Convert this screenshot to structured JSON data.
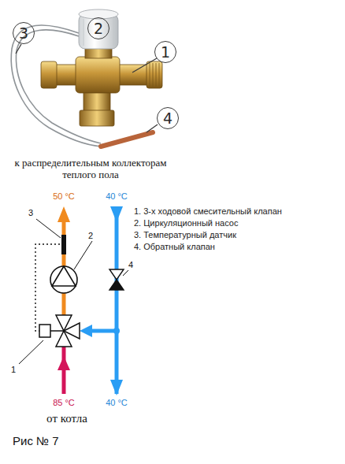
{
  "diagram": {
    "caption": "Рис № 7",
    "nodes": [
      {
        "text": [
          "3"
        ]
      },
      {
        "text": [
          "2"
        ]
      },
      {
        "text": [
          "1"
        ]
      },
      {
        "text": [
          "4"
        ]
      }
    ],
    "labels": [
      "к распределительным коллекторам теплого пола",
      "50 °C",
      "40 °C",
      "3",
      "2",
      "1",
      "4",
      "1. 3-х ходовой смесительный клапан",
      "2. Циркуляционный насос",
      "3. Температурный датчик",
      "4. Обратный клапан",
      "85 °C",
      "40 °C",
      "от котла"
    ]
  }
}
